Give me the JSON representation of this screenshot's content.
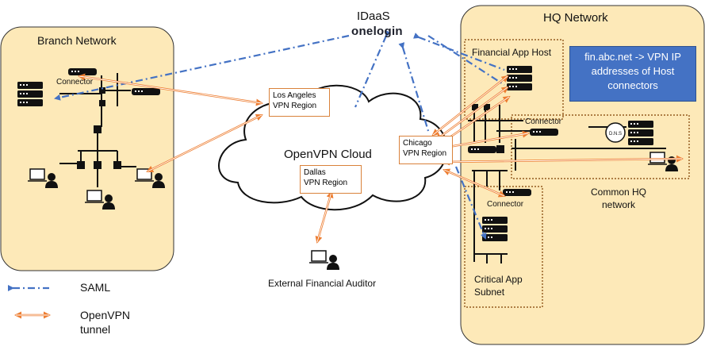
{
  "colors": {
    "network_fill": "#fde9b8",
    "network_border": "#333333",
    "saml": "#4472c4",
    "tunnel": "#ed7d31",
    "callout": "#4472c4"
  },
  "idaas": {
    "title": "IDaaS",
    "logo": "onelogin"
  },
  "branch": {
    "title": "Branch Network",
    "connector_label": "Connector"
  },
  "hq": {
    "title": "HQ Network",
    "financial_host_label": "Financial App Host",
    "connector_label": "Connector",
    "connector2_label": "Connector",
    "common_label": "Common HQ\nnetwork",
    "critical_label": "Critical App\nSubnet",
    "dns_label": "D.N.S",
    "callout": "fin.abc.net -> VPN IP addresses of Host connectors"
  },
  "cloud": {
    "title": "OpenVPN Cloud",
    "regions": [
      {
        "id": "la",
        "label": "Los Angeles\nVPN Region"
      },
      {
        "id": "chi",
        "label": "Chicago\nVPN Region"
      },
      {
        "id": "dal",
        "label": "Dallas\nVPN Region"
      }
    ]
  },
  "auditor": {
    "label": "External Financial Auditor"
  },
  "legend": {
    "saml": "SAML",
    "tunnel": "OpenVPN\ntunnel"
  }
}
